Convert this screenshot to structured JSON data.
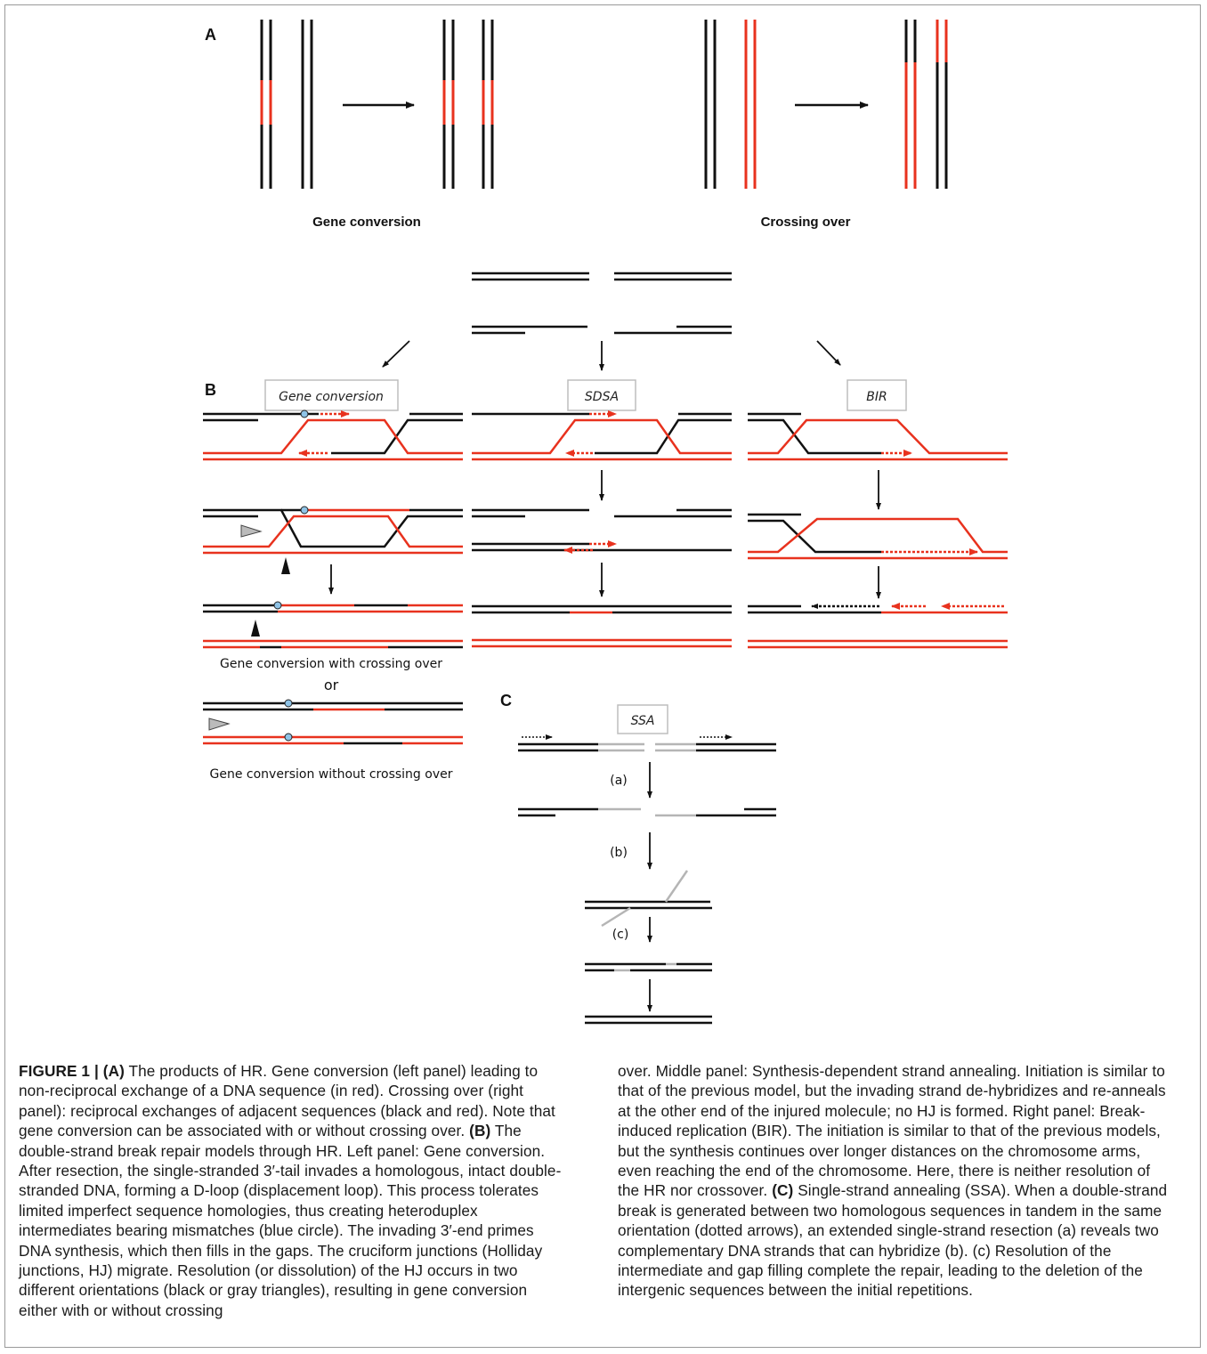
{
  "panel_labels": {
    "a": "A",
    "b": "B",
    "c": "C"
  },
  "panel_a": {
    "left_title": "Gene conversion",
    "right_title": "Crossing over"
  },
  "panel_b": {
    "box_gene_conversion": "Gene conversion",
    "box_sdsa": "SDSA",
    "box_bir": "BIR",
    "with_crossing": "Gene conversion with crossing over",
    "or": "or",
    "without_crossing": "Gene conversion without crossing over"
  },
  "panel_c": {
    "box_ssa": "SSA",
    "step_a": "(a)",
    "step_b": "(b)",
    "step_c": "(c)"
  },
  "colors": {
    "dna_black": "#111111",
    "dna_red": "#e8321e",
    "ssa_gray": "#b5b5b5",
    "mismatch_blue": "#8fc3e6"
  },
  "caption": {
    "figure_label": "FIGURE 1 |",
    "a_label": "(A)",
    "a_text": " The products of HR. Gene conversion (left panel) leading to non-reciprocal exchange of a DNA sequence (in red). Crossing over (right panel): reciprocal exchanges of adjacent sequences (black and red). Note that gene conversion can be associated with or without crossing over. ",
    "b_label": "(B)",
    "b_text": " The double-strand break repair models through HR. Left panel: Gene conversion. After resection, the single-stranded 3′-tail invades a homologous, intact double-stranded DNA, forming a D-loop (displacement loop). This process tolerates limited imperfect sequence homologies, thus creating heteroduplex intermediates bearing mismatches (blue circle). The invading 3′-end primes DNA synthesis, which then fills in the gaps. The cruciform junctions (Holliday junctions, HJ) migrate. Resolution (or dissolution) of the HJ occurs in two different orientations (black or gray triangles), resulting in gene conversion either with or without crossing",
    "b_text_cont": "over. Middle panel: Synthesis-dependent strand annealing. Initiation is similar to that of the previous model, but the invading strand de-hybridizes and re-anneals at the other end of the injured molecule; no HJ is formed. Right panel: Break-induced replication (BIR). The initiation is similar to that of the previous models, but the synthesis continues over longer distances on the chromosome arms, even reaching the end of the chromosome. Here, there is neither resolution of the HR nor crossover. ",
    "c_label": "(C)",
    "c_text": " Single-strand annealing (SSA). When a double-strand break is generated between two homologous sequences in tandem in the same orientation (dotted arrows), an extended single-strand resection (a) reveals two complementary DNA strands that can hybridize (b). (c) Resolution of the intermediate and gap filling complete the repair, leading to the deletion of the intergenic sequences between the initial repetitions."
  }
}
